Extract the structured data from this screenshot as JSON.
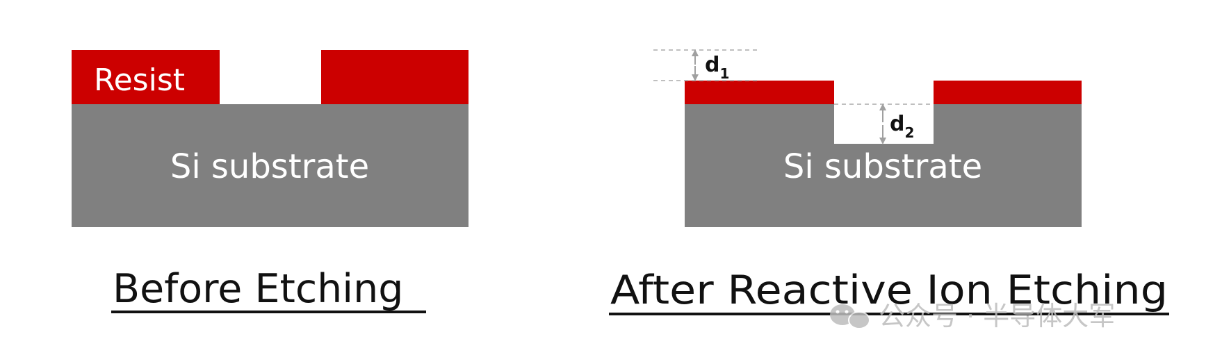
{
  "before": {
    "resist_label": "Resist",
    "substrate_label": "Si substrate",
    "caption": "Before Etching"
  },
  "after": {
    "substrate_label": "Si substrate",
    "caption": "After Reactive Ion Etching",
    "d1_base": "d",
    "d1_sub": "1",
    "d2_base": "d",
    "d2_sub": "2"
  },
  "watermark": {
    "text": "公众号 · 半导体大军"
  },
  "colors": {
    "resist": "#cc0000",
    "substrate": "#808080",
    "label_text": "#ffffff",
    "caption_text": "#111111",
    "dashed_line": "#aaaaaa",
    "arrow": "#a0a0a0",
    "watermark": "#bdbdbd"
  }
}
